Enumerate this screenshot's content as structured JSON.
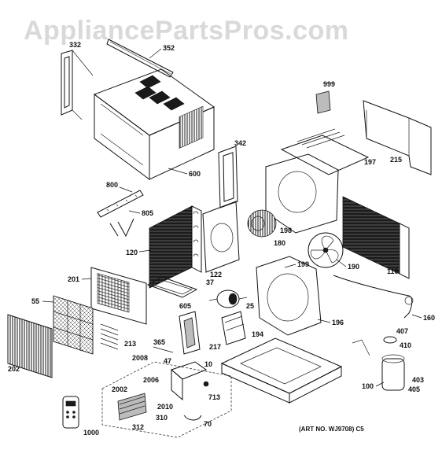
{
  "watermark": "AppliancePartsPros.com",
  "art_number": "(ART NO. WJ9708) C5",
  "callouts": {
    "c332": "332",
    "c352": "352",
    "c999": "999",
    "c197": "197",
    "c215": "215",
    "c342": "342",
    "c600": "600",
    "c800": "800",
    "c805": "805",
    "c198": "198",
    "c120": "120",
    "c180": "180",
    "c122": "122",
    "c199": "199",
    "c190": "190",
    "c110": "110",
    "c201": "201",
    "c37": "37",
    "c25": "25",
    "c605": "605",
    "c55": "55",
    "c196": "196",
    "c160": "160",
    "c194": "194",
    "c407": "407",
    "c213": "213",
    "c365": "365",
    "c217": "217",
    "c410": "410",
    "c2008": "2008",
    "c47": "47",
    "c10": "10",
    "c202": "202",
    "c2006": "2006",
    "c403": "403",
    "c100": "100",
    "c405": "405",
    "c2002": "2002",
    "c2010": "2010",
    "c713": "713",
    "c310": "310",
    "c312": "312",
    "c70": "70",
    "c1000": "1000"
  }
}
